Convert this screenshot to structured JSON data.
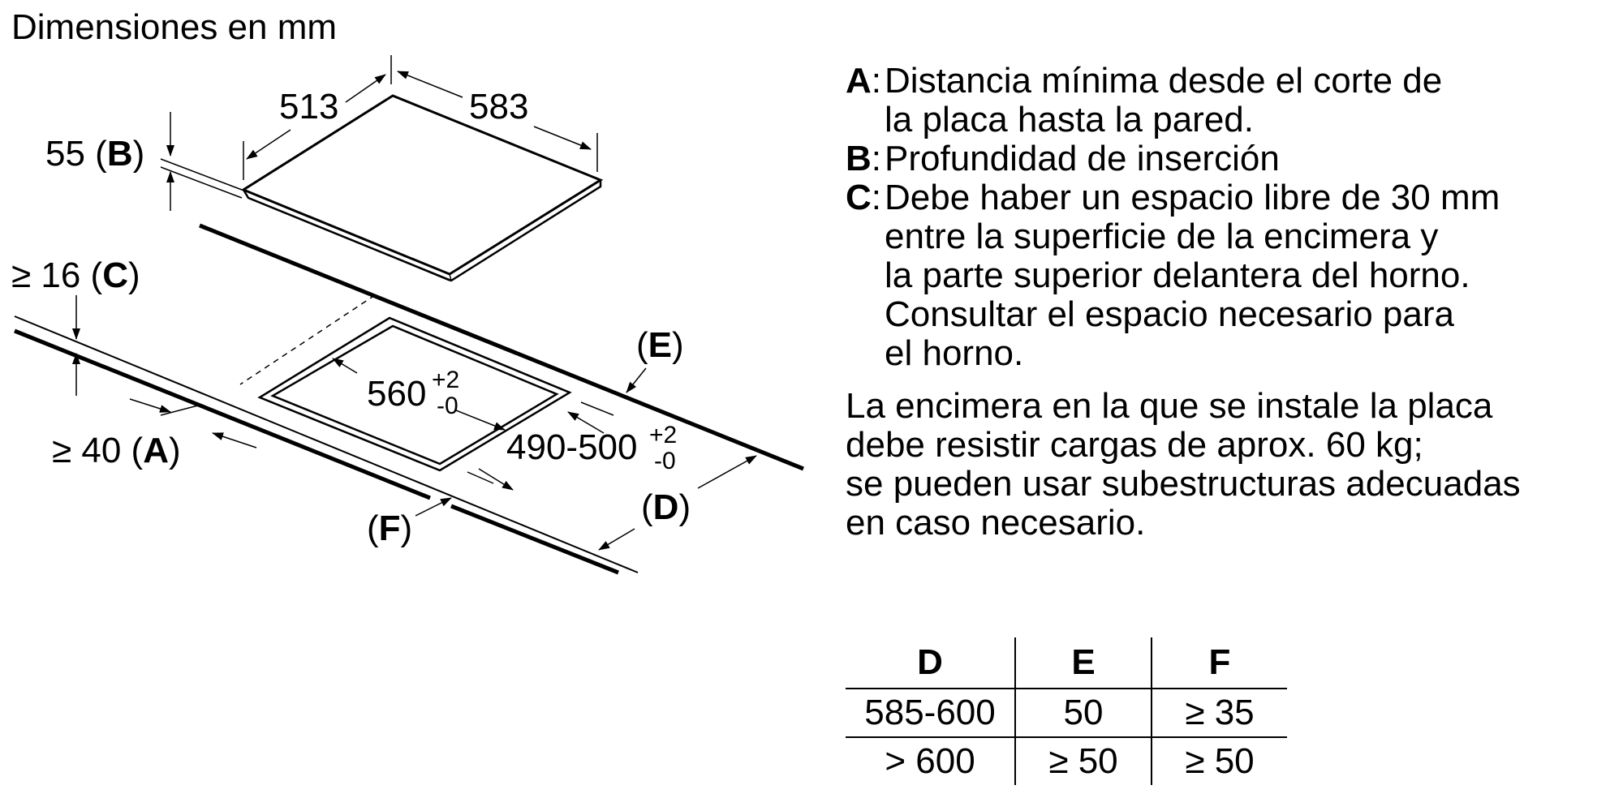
{
  "title": "Dimensiones en mm",
  "diagram": {
    "width": "513",
    "depth": "583",
    "insertion": "55",
    "insertion_key": "B",
    "clearance_front": "≥ 16",
    "clearance_front_key": "C",
    "wall_distance": "≥ 40",
    "wall_distance_key": "A",
    "cutout_width": "560",
    "cutout_width_tol_plus": "+2",
    "cutout_width_tol_minus": "-0",
    "cutout_depth": "490-500",
    "cutout_depth_tol_plus": "+2",
    "cutout_depth_tol_minus": "-0",
    "label_e": "E",
    "label_d": "D",
    "label_f": "F"
  },
  "notes": [
    {
      "key": "A",
      "lines": [
        "Distancia mínima desde el corte de",
        "la placa hasta la pared."
      ]
    },
    {
      "key": "B",
      "lines": [
        "Profundidad de inserción"
      ]
    },
    {
      "key": "C",
      "lines": [
        "Debe haber un espacio libre de 30 mm",
        "entre la superficie de la encimera y",
        "la parte superior delantera del horno.",
        "Consultar el espacio necesario para",
        "el horno."
      ]
    }
  ],
  "load_note": [
    "La encimera en la que se instale la placa",
    "debe resistir cargas de aprox. 60 kg;",
    "se pueden usar subestructuras adecuadas",
    "en caso necesario."
  ],
  "table": {
    "headers": [
      "D",
      "E",
      "F"
    ],
    "rows": [
      [
        "585-600",
        "50",
        "≥ 35"
      ],
      [
        "> 600",
        "≥ 50",
        "≥ 50"
      ]
    ]
  }
}
